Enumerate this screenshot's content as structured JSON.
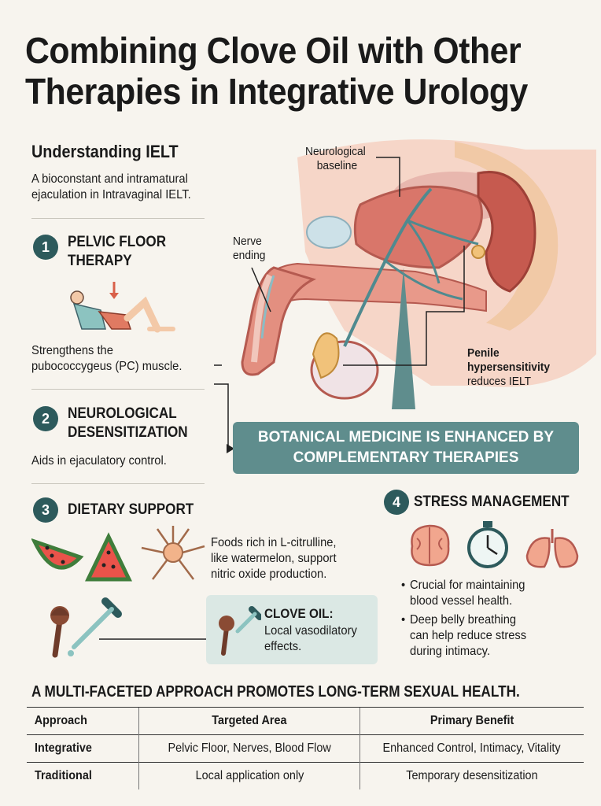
{
  "title": [
    "Combining Clove Oil with Other",
    "Therapies in Integrative Urology"
  ],
  "ielt": {
    "heading": "Understanding IELT",
    "text": [
      "A bioconstant and intramatural",
      "ejaculation in Intravaginal IELT."
    ]
  },
  "sections": [
    {
      "num": "1",
      "title": [
        "PELVIC FLOOR",
        "THERAPY"
      ],
      "text": [
        "Strengthens the",
        "pubococcygeus (PC) muscle."
      ]
    },
    {
      "num": "2",
      "title": [
        "NEUROLOGICAL",
        "DESENSITIZATION"
      ],
      "text": [
        "Aids in ejaculatory control."
      ]
    },
    {
      "num": "3",
      "title": [
        "DIETARY SUPPORT"
      ],
      "text": [
        "Foods rich in L-citrulline,",
        "like watermelon, support",
        "nitric oxide production."
      ]
    },
    {
      "num": "4",
      "title": [
        "STRESS MANAGEMENT"
      ],
      "bullets": [
        [
          "Crucial for maintaining",
          "blood vessel health."
        ],
        [
          "Deep belly breathing",
          "can help reduce stress",
          "during intimacy."
        ]
      ]
    }
  ],
  "anatomy_labels": {
    "baseline": [
      "Neurological",
      "baseline"
    ],
    "nerve": [
      "Nerve",
      "ending"
    ],
    "hyper_bold": [
      "Penile",
      "hypersensitivity"
    ],
    "hyper_rest": "reduces IELT"
  },
  "banner": [
    "BOTANICAL MEDICINE IS ENHANCED BY",
    "COMPLEMENTARY THERAPIES"
  ],
  "clove": {
    "title": "CLOVE OIL:",
    "text": [
      "Local vasodilatory",
      "effects."
    ]
  },
  "footer": {
    "title": "A MULTI-FACETED APPROACH PROMOTES LONG-TERM SEXUAL HEALTH.",
    "headers": [
      "Approach",
      "Targeted Area",
      "Primary Benefit"
    ],
    "rows": [
      [
        "Integrative",
        "Pelvic Floor, Nerves, Blood Flow",
        "Enhanced Control, Intimacy, Vitality"
      ],
      [
        "Traditional",
        "Local application only",
        "Temporary desensitization"
      ]
    ]
  },
  "colors": {
    "accent": "#2d5a5c",
    "banner": "#5f8d8d",
    "clove_box": "#dbe8e4",
    "tissue": "#e8998a",
    "nerve": "#4f8a8f"
  },
  "icons": [
    "exercise-figure",
    "watermelon-icon",
    "neuron-icon",
    "clove-icon",
    "dropper-icon",
    "brain-icon",
    "stopwatch-icon",
    "lungs-icon"
  ]
}
